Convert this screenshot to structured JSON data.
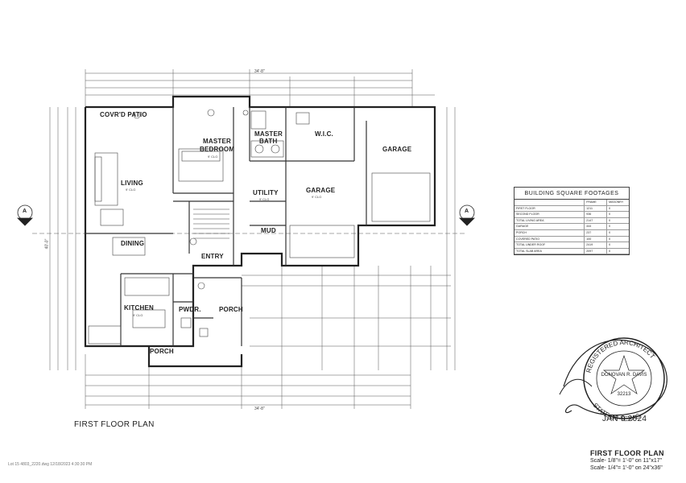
{
  "plan": {
    "rooms": {
      "covrd_patio": "COVR'D PATIO",
      "master_bedroom_1": "MASTER",
      "master_bedroom_2": "BEDROOM",
      "master_bath_1": "MASTER",
      "master_bath_2": "BATH",
      "wic": "W.I.C.",
      "garage_right": "GARAGE",
      "living": "LIVING",
      "dining": "DINING",
      "utility": "UTILITY",
      "garage_center": "GARAGE",
      "mud": "MUD",
      "entry": "ENTRY",
      "kitchen": "KITCHEN",
      "pwdr": "PWDR.",
      "porch_right": "PORCH",
      "porch_bottom": "PORCH"
    },
    "ceilings": {
      "master_bedroom": "9' CLG",
      "living": "9' CLG",
      "garage_center": "9' CLG",
      "utility": "9' CLG",
      "kitchen": "9' CLG"
    },
    "overall_dims": {
      "top": "34'-8\"",
      "bottom": "34'-8\"",
      "left_side": "40'-0\""
    },
    "section_marker": "A"
  },
  "sq_table": {
    "title": "BUILDING SQUARE FOOTAGES",
    "header": [
      "",
      "FRAME",
      "MASONRY"
    ],
    "rows": [
      [
        "FIRST FLOOR",
        "1211",
        "0"
      ],
      [
        "SECOND FLOOR",
        "936",
        "0"
      ],
      [
        "TOTAL LIVING AREA",
        "2147",
        "0"
      ],
      [
        "GARAGE",
        "444",
        "0"
      ],
      [
        "PORCH",
        "237",
        "0"
      ],
      [
        "COVERED PATIO",
        "100",
        "0"
      ],
      [
        "TOTAL UNDER ROOF",
        "2419",
        "0"
      ],
      [
        "TOTAL SLAB AREA",
        "2097",
        "0"
      ]
    ]
  },
  "stamp": {
    "ring_top": "REGISTERED ARCHITECT",
    "ring_bottom": "STATE OF TEXAS",
    "name": "DONOVAN R. DAVIS",
    "number": "32213"
  },
  "date": "JAN 9 2024",
  "labels": {
    "plan_title": "FIRST FLOOR PLAN",
    "title_block_title": "FIRST FLOOR PLAN",
    "scale_1": "Scale- 1/8\"= 1'-0\" on 11\"x17\"",
    "scale_2": "Scale- 1/4\"= 1'-0\" on 24\"x36\"",
    "file_path": "Lot 15 4803_2220.dwg 12/18/2023 4:30:30 PM"
  }
}
